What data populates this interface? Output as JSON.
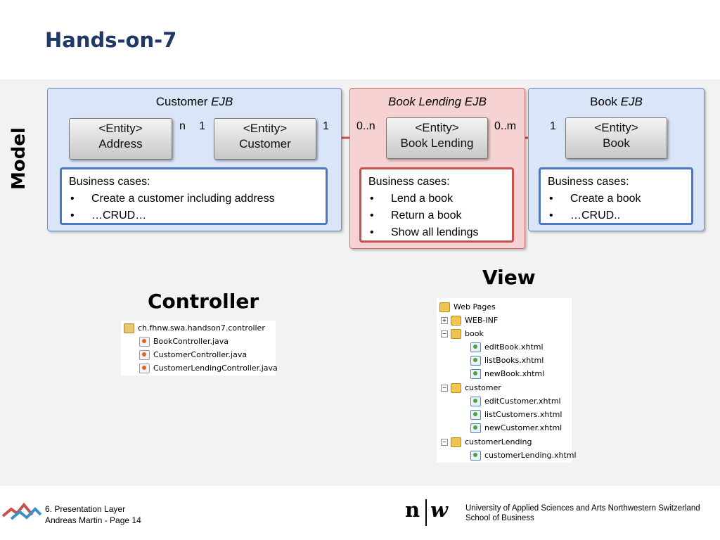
{
  "title": "Hands-on-7",
  "model_label": "Model",
  "ejbs": {
    "customer": {
      "name": "Customer",
      "suffix": "EJB",
      "entities": [
        {
          "stereotype": "<Entity>",
          "name": "Address"
        },
        {
          "stereotype": "<Entity>",
          "name": "Customer"
        }
      ],
      "cases_title": "Business cases:",
      "cases": [
        "Create a customer including address",
        "…CRUD…"
      ]
    },
    "lending": {
      "name": "Book Lending",
      "suffix": "EJB",
      "entity": {
        "stereotype": "<Entity>",
        "name": "Book Lending"
      },
      "cases_title": "Business cases:",
      "cases": [
        "Lend a book",
        "Return a book",
        "Show all lendings"
      ]
    },
    "book": {
      "name": "Book",
      "suffix": "EJB",
      "entity": {
        "stereotype": "<Entity>",
        "name": "Book"
      },
      "cases_title": "Business cases:",
      "cases": [
        "Create a book",
        "…CRUD.."
      ]
    }
  },
  "multiplicities": {
    "address_customer_n": "n",
    "address_customer_1": "1",
    "customer_lending_1": "1",
    "customer_lending_0n": "0..n",
    "lending_book_0m": "0..m",
    "lending_book_1": "1"
  },
  "controller": {
    "heading": "Controller",
    "package": "ch.fhnw.swa.handson7.controller",
    "files": [
      "BookController.java",
      "CustomerController.java",
      "CustomerLendingController.java"
    ]
  },
  "view": {
    "heading": "View",
    "root": "Web Pages",
    "items": [
      {
        "label": "WEB-INF",
        "type": "folder",
        "expander": "+"
      },
      {
        "label": "book",
        "type": "folder",
        "expander": "−"
      },
      {
        "label": "editBook.xhtml",
        "type": "file"
      },
      {
        "label": "listBooks.xhtml",
        "type": "file"
      },
      {
        "label": "newBook.xhtml",
        "type": "file"
      },
      {
        "label": "customer",
        "type": "folder",
        "expander": "−"
      },
      {
        "label": "editCustomer.xhtml",
        "type": "file"
      },
      {
        "label": "listCustomers.xhtml",
        "type": "file"
      },
      {
        "label": "newCustomer.xhtml",
        "type": "file"
      },
      {
        "label": "customerLending",
        "type": "folder",
        "expander": "−"
      },
      {
        "label": "customerLending.xhtml",
        "type": "file"
      }
    ]
  },
  "footer": {
    "line1": "6. Presentation Layer",
    "line2": "Andreas Martin - Page 14",
    "logo_n": "n",
    "logo_w": "w",
    "school_line1": "University of Applied Sciences and Arts Northwestern Switzerland",
    "school_line2": "School of Business"
  },
  "colors": {
    "title": "#1f3864",
    "blue_box": "#dbe5f8",
    "red_box": "#f6d3d2",
    "link": "#c9504d"
  }
}
